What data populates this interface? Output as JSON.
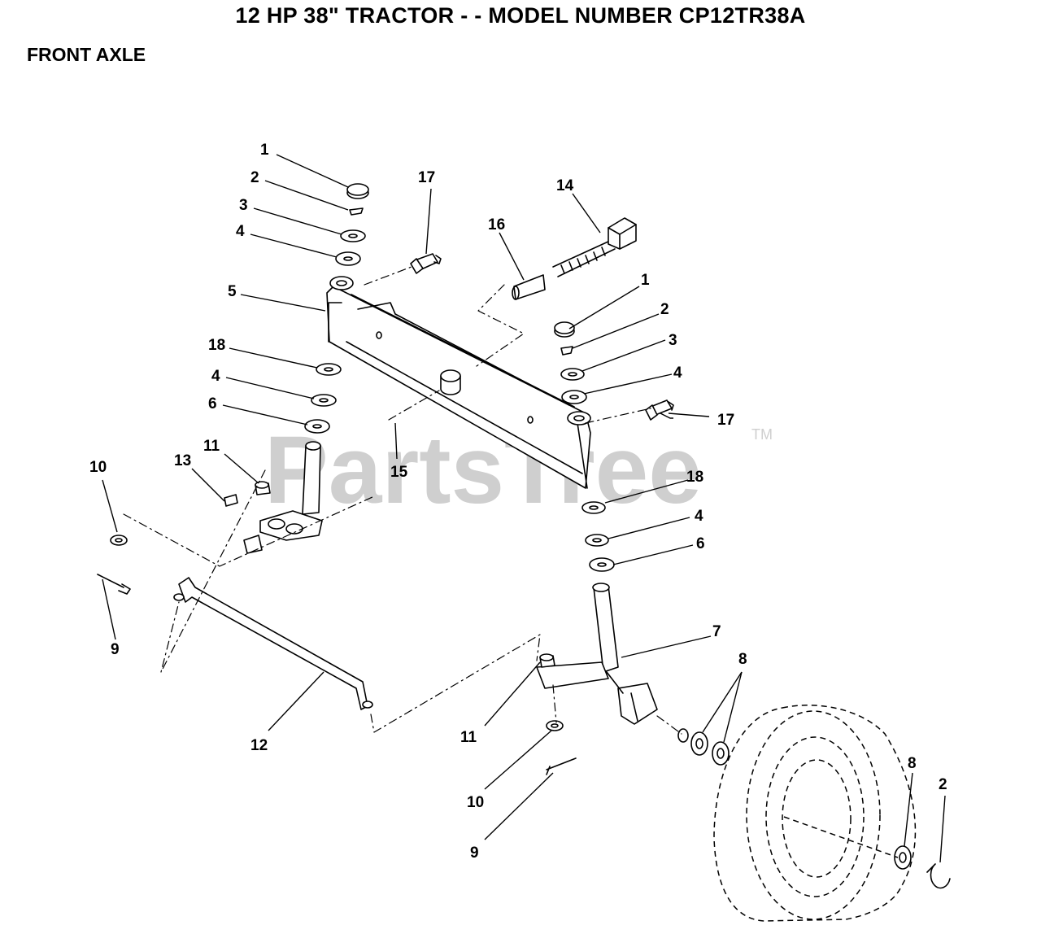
{
  "header": {
    "title": "12 HP 38\" TRACTOR - - MODEL NUMBER CP12TR38A",
    "section": "FRONT AXLE"
  },
  "watermark": {
    "text": "PartsTree",
    "trademark": "TM",
    "color": "#cfcfcf"
  },
  "callouts": {
    "c1a": "1",
    "c2a": "2",
    "c3a": "3",
    "c4a": "4",
    "c17a": "17",
    "c16": "16",
    "c14": "14",
    "c5": "5",
    "c1b": "1",
    "c2b": "2",
    "c3b": "3",
    "c4b": "4",
    "c18a": "18",
    "c4c": "4",
    "c6a": "6",
    "c17b": "17",
    "c11a": "11",
    "c13": "13",
    "c10a": "10",
    "c15": "15",
    "c18b": "18",
    "c4d": "4",
    "c6b": "6",
    "c9a": "9",
    "c7": "7",
    "c8a": "8",
    "c12": "12",
    "c11b": "11",
    "c10b": "10",
    "c8b": "8",
    "c2c": "2",
    "c9b": "9"
  }
}
